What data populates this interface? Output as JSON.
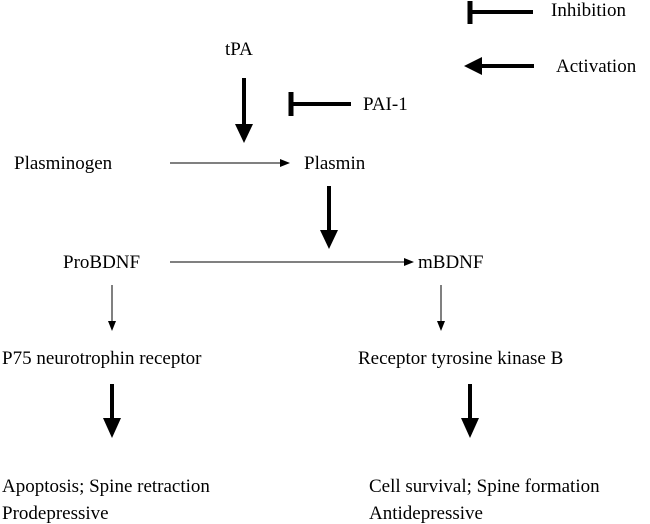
{
  "legend": {
    "inhibition": "Inhibition",
    "activation": "Activation"
  },
  "nodes": {
    "tpa": "tPA",
    "pai1": "PAI-1",
    "plasminogen": "Plasminogen",
    "plasmin": "Plasmin",
    "probdnf": "ProBDNF",
    "mbdnf": "mBDNF",
    "p75": "P75 neurotrophin receptor",
    "trkb": "Receptor tyrosine kinase B"
  },
  "outcomes": {
    "left_line1": "Apoptosis; Spine retraction",
    "left_line2": "Prodepressive",
    "right_line1": "Cell survival; Spine formation",
    "right_line2": "Antidepressive"
  },
  "colors": {
    "ink": "#000000",
    "background": "#ffffff"
  }
}
